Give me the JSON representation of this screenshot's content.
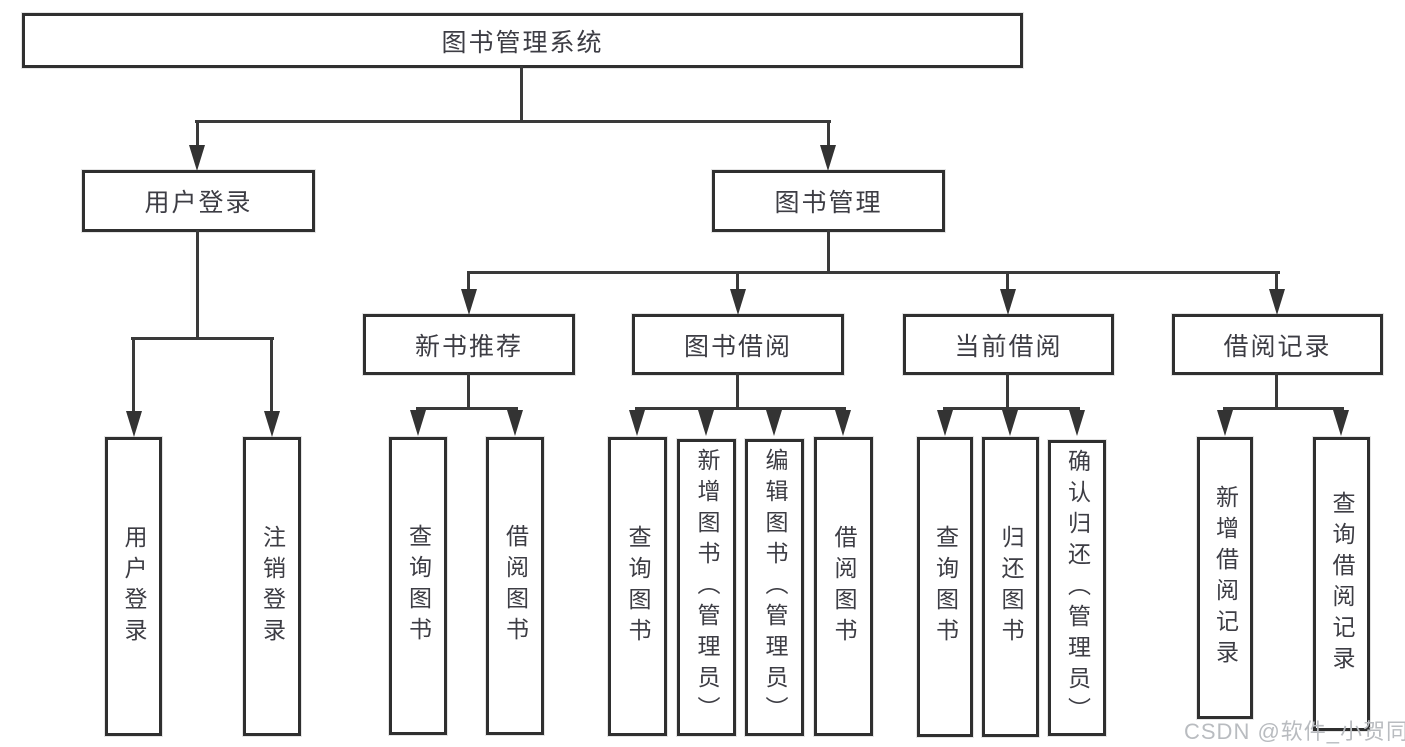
{
  "diagram": {
    "root": "图书管理系统",
    "branches": [
      {
        "label": "用户登录",
        "children": [
          "用户登录",
          "注销登录"
        ]
      },
      {
        "label": "图书管理",
        "groups": [
          {
            "label": "新书推荐",
            "children": [
              "查询图书",
              "借阅图书"
            ]
          },
          {
            "label": "图书借阅",
            "children": [
              "查询图书",
              "新增图书（管理员）",
              "编辑图书（管理员）",
              "借阅图书"
            ]
          },
          {
            "label": "当前借阅",
            "children": [
              "查询图书",
              "归还图书",
              "确认归还（管理员）"
            ]
          },
          {
            "label": "借阅记录",
            "children": [
              "新增借阅记录",
              "查询借阅记录"
            ]
          }
        ]
      }
    ],
    "colors": {
      "line": "#3a3a3a",
      "border": "#2f2f2f",
      "text": "#3d3d44",
      "watermark": "#b9bcc0",
      "background": "#ffffff"
    }
  },
  "watermark": "CSDN @软件_小贺同学"
}
